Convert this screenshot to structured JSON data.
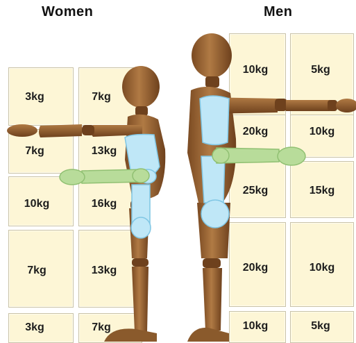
{
  "headers": {
    "women": "Women",
    "men": "Men"
  },
  "women": {
    "rows": [
      [
        "3kg",
        "7kg"
      ],
      [
        "7kg",
        "13kg"
      ],
      [
        "10kg",
        "16kg"
      ],
      [
        "7kg",
        "13kg"
      ],
      [
        "3kg",
        "7kg"
      ]
    ]
  },
  "men": {
    "rows": [
      [
        "10kg",
        "5kg"
      ],
      [
        "20kg",
        "10kg"
      ],
      [
        "25kg",
        "15kg"
      ],
      [
        "20kg",
        "10kg"
      ],
      [
        "10kg",
        "5kg"
      ]
    ]
  },
  "colors": {
    "box_fill": "#fdf6d6",
    "mannequin_wood": "#a0683a",
    "spine_zone": "#bfe7f7",
    "forearm_zone": "#b8dc9a"
  }
}
